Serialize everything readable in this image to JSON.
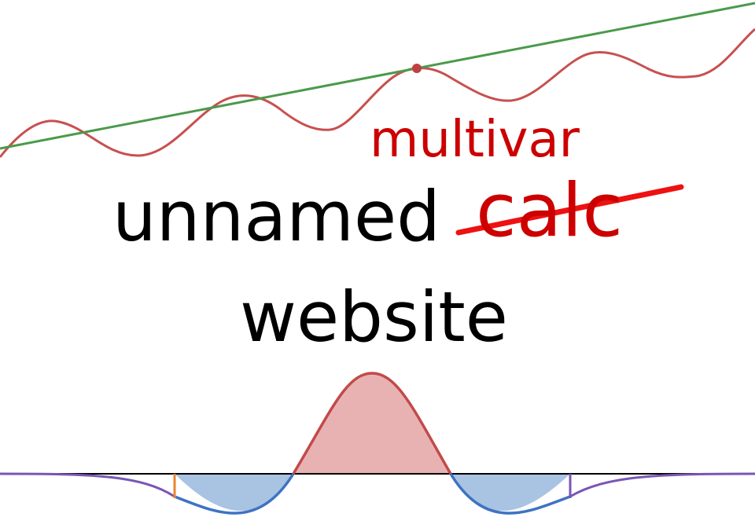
{
  "title": {
    "word1": "unnamed",
    "struck_word": "calc",
    "replacement_word": "multivar",
    "word2": "website"
  },
  "colors": {
    "text": "#000000",
    "accent_red": "#cc0000",
    "strike_red": "#ee1111",
    "wave_red": "#c85050",
    "tangent_green": "#4a9a4a",
    "point_red": "#c04040",
    "axis_black": "#000000",
    "curve_purple": "#7a55b5",
    "curve_blue": "#3d73c2",
    "fill_blue": "#a9c3e3",
    "fill_pink": "#e9b2b2",
    "curve_pink_edge": "#c24a4a",
    "boundary_orange": "#e8852f",
    "boundary_purple": "#7a55b5"
  }
}
